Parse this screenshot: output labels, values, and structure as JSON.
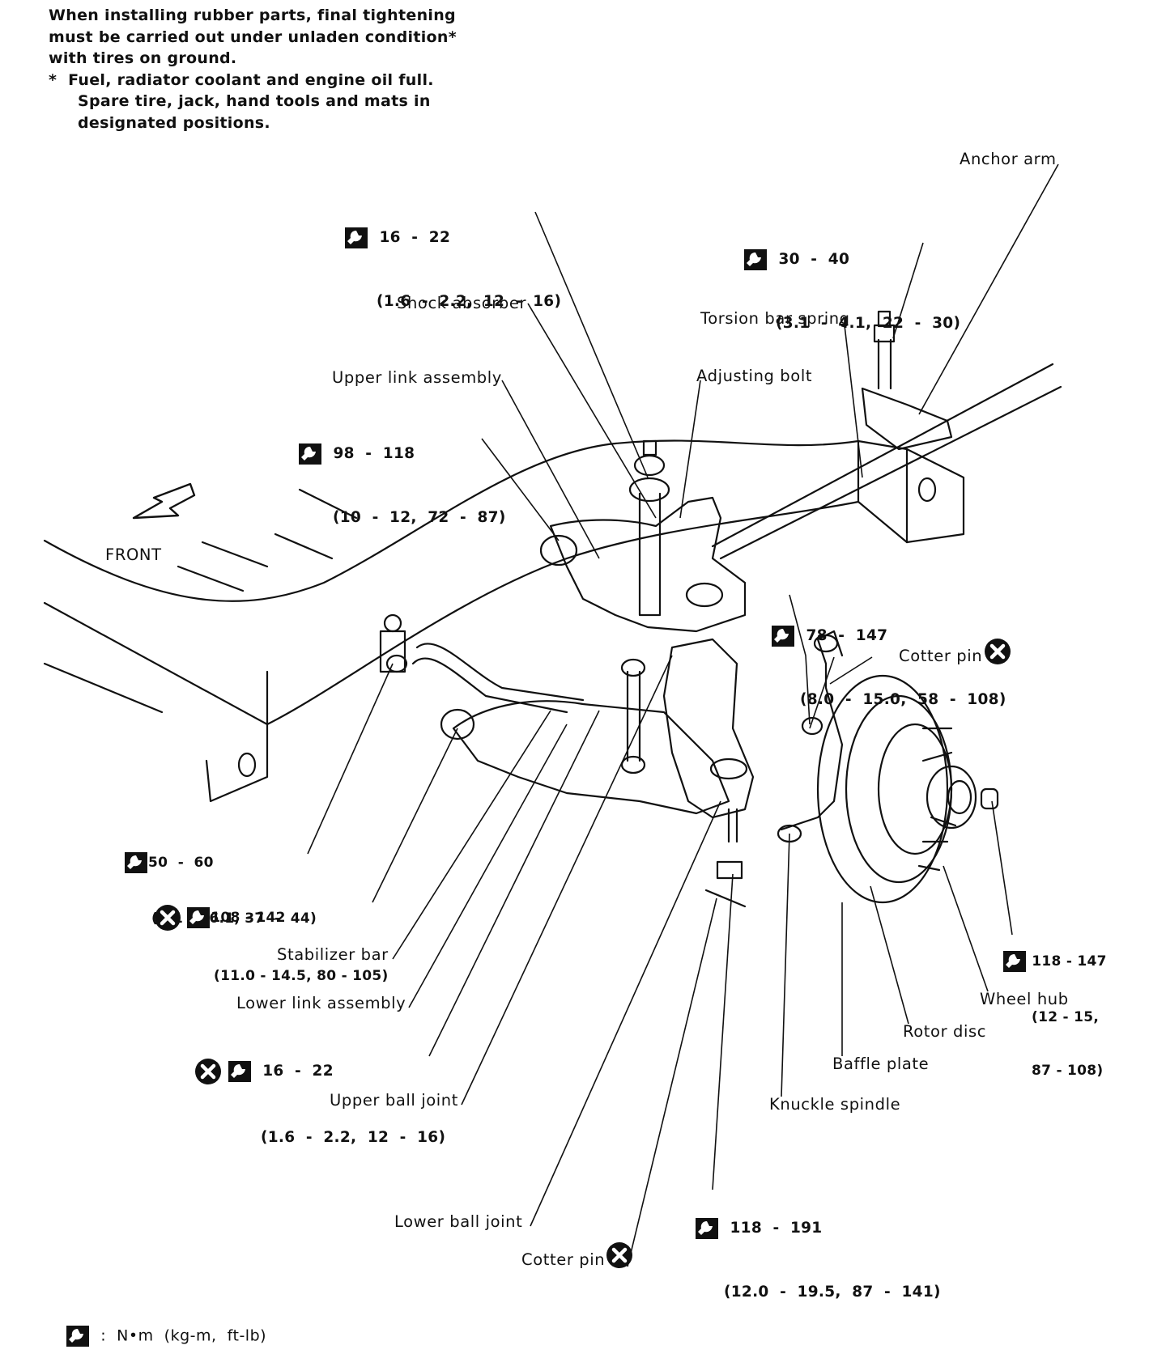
{
  "note": {
    "lines": [
      "When installing rubber parts, final tightening",
      "must be carried out under unladen condition*",
      "with tires on ground."
    ],
    "bullet_lines": [
      "*  Fuel, radiator coolant and engine oil full.",
      "Spare tire, jack, hand tools and mats in",
      "designated positions."
    ]
  },
  "labels": {
    "anchor_arm": "Anchor arm",
    "shock_absorber": "Shock absorber",
    "torsion_bar_spring": "Torsion bar spring",
    "upper_link_assembly": "Upper link assembly",
    "adjusting_bolt": "Adjusting bolt",
    "front": "FRONT",
    "cotter_pin_upper": "Cotter pin",
    "stabilizer_bar": "Stabilizer bar",
    "lower_link_assembly": "Lower link assembly",
    "upper_ball_joint": "Upper ball joint",
    "lower_ball_joint": "Lower ball joint",
    "cotter_pin_lower": "Cotter pin",
    "knuckle_spindle": "Knuckle spindle",
    "baffle_plate": "Baffle plate",
    "rotor_disc": "Rotor disc",
    "wheel_hub": "Wheel hub"
  },
  "torques": {
    "shock_top": {
      "value": "16  -  22",
      "sub": "(1.6  -  2.2,  12  -  16)"
    },
    "anchor": {
      "value": "30  -  40",
      "sub": "(3.1  -  4.1,  22  -  30)"
    },
    "upper_link": {
      "value": "98  -  118",
      "sub": "(10  -  12,  72  -  87)"
    },
    "upper_ball": {
      "value": "78  -  147",
      "sub": "(8.0  -  15.0,  58  -  108)"
    },
    "stab_bracket": {
      "value": "50  -  60",
      "sub": "(5.1  -  6.1, 37  -  44)"
    },
    "lower_link": {
      "value": "108 - 142",
      "sub": "(11.0 - 14.5, 80 - 105)"
    },
    "stab_link": {
      "value": "16  -  22",
      "sub": "(1.6  -  2.2,  12  -  16)"
    },
    "wheel_nut": {
      "value": "118 - 147",
      "sub": "(12 - 15,",
      "sub2": "87 - 108)"
    },
    "lower_ball": {
      "value": "118  -  191",
      "sub": "(12.0  -  19.5,  87  -  141)"
    }
  },
  "legend": {
    "text": ":  N•m  (kg-m,  ft-lb)"
  },
  "icons": {
    "torque": "torque-wrench-icon",
    "replace": "do-not-reuse-icon"
  }
}
